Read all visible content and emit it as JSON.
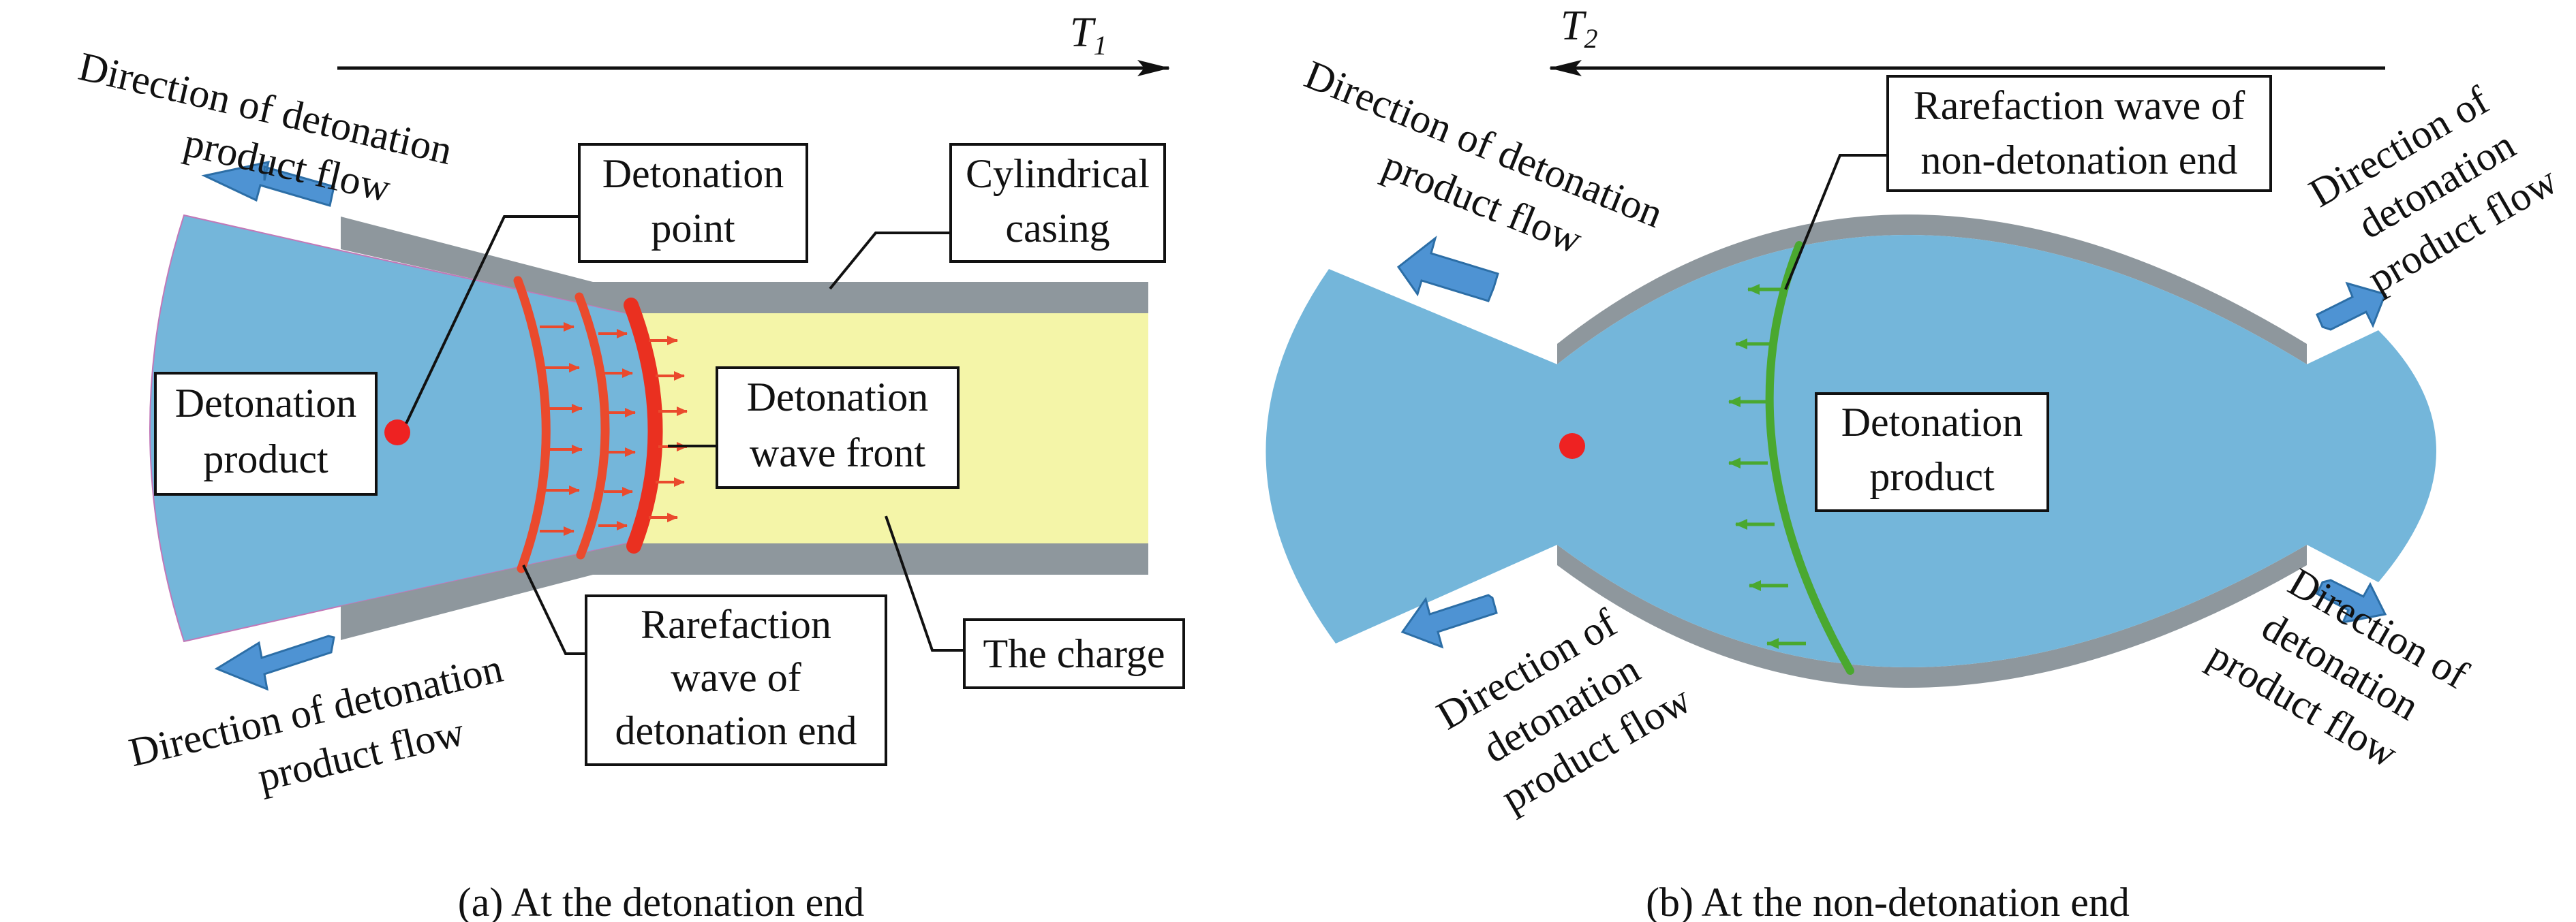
{
  "colors": {
    "product": "#74b6da",
    "casing": "#8e979d",
    "charge": "#f4f5a8",
    "wave_red": "#ea4a2d",
    "wave_green": "#4aa82f",
    "flow_arrow": "#4e93d3",
    "detonation_point": "#ee2222"
  },
  "panel_a": {
    "time_main": "T",
    "time_sub": "1",
    "flow_top_line1": "Direction of detonation",
    "flow_top_line2": "product flow",
    "flow_bottom_line1": "Direction of detonation",
    "flow_bottom_line2": "product flow",
    "detonation_point_line1": "Detonation",
    "detonation_point_line2": "point",
    "casing_line1": "Cylindrical",
    "casing_line2": "casing",
    "product_line1": "Detonation",
    "product_line2": "product",
    "wavefront_line1": "Detonation",
    "wavefront_line2": "wave front",
    "rarefaction_line1": "Rarefaction",
    "rarefaction_line2": "wave of",
    "rarefaction_line3": "detonation end",
    "charge": "The charge",
    "caption": "(a) At the detonation end"
  },
  "panel_b": {
    "time_main": "T",
    "time_sub": "2",
    "rarefaction_line1": "Rarefaction wave of",
    "rarefaction_line2": "non-detonation end",
    "flow_tl_line1": "Direction of detonation",
    "flow_tl_line2": "product flow",
    "flow_tr_line1": "Direction of",
    "flow_tr_line2": "detonation",
    "flow_tr_line3": "product flow",
    "flow_bl_line1": "Direction of",
    "flow_bl_line2": "detonation",
    "flow_bl_line3": "product flow",
    "flow_br_line1": "Direction of",
    "flow_br_line2": "detonation",
    "flow_br_line3": "product flow",
    "product_line1": "Detonation",
    "product_line2": "product",
    "caption": "(b) At the non-detonation end"
  }
}
